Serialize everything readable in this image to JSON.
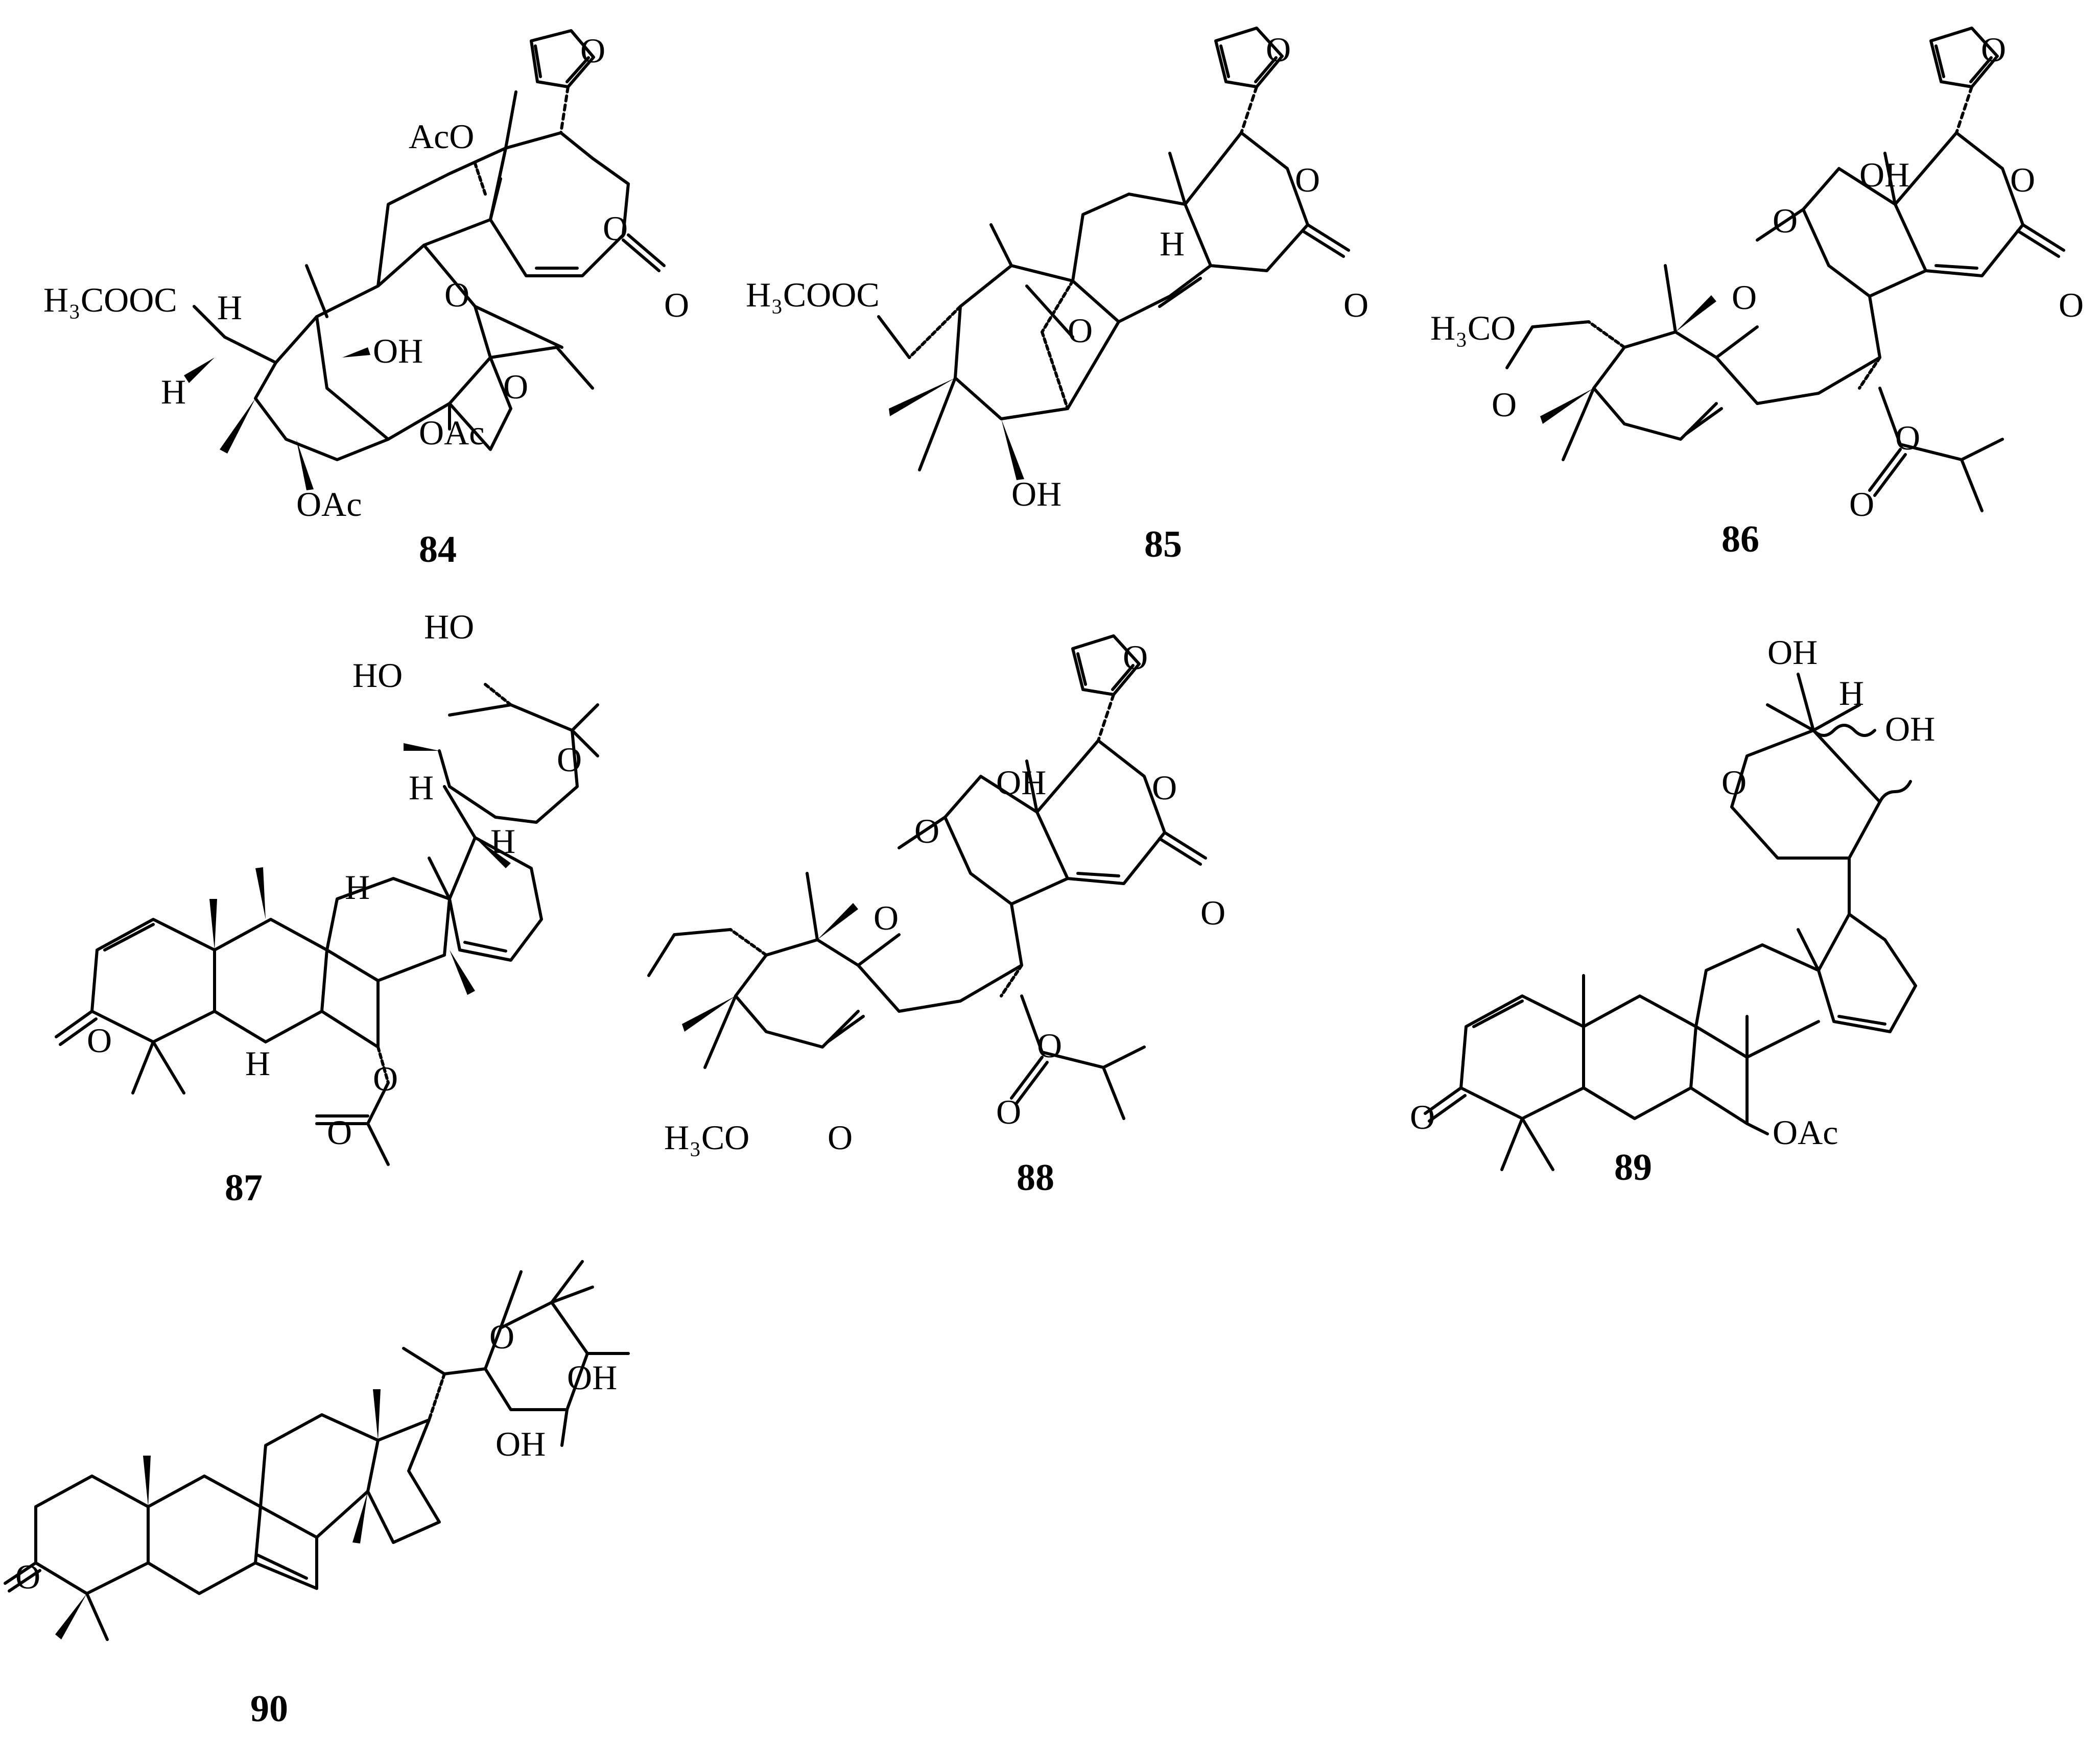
{
  "compounds": [
    {
      "id": "84",
      "labels": {
        "o_furan": "O",
        "aco": "AcO",
        "h3cooc": "H₃COOC",
        "h1": "H",
        "h2": "H",
        "oh": "OH",
        "o1": "O",
        "o2": "O",
        "o3": "O",
        "o4": "O",
        "oac1": "OAc",
        "oac2": "OAc"
      }
    },
    {
      "id": "85",
      "labels": {
        "o_furan": "O",
        "h3cooc": "H₃COOC",
        "h": "H",
        "o_ketone": "O",
        "o_ring": "O",
        "o_carbonyl": "O",
        "oh": "OH"
      }
    },
    {
      "id": "86",
      "labels": {
        "o_furan": "O",
        "h3co": "H₃CO",
        "o_ester": "O",
        "o_ketone1": "O",
        "oh": "OH",
        "o_ketone2": "O",
        "o_ring": "O",
        "o_carbonyl": "O",
        "o_acyl": "O",
        "o_acyl2": "O"
      }
    },
    {
      "id": "87",
      "labels": {
        "ho1": "HO",
        "ho2": "HO",
        "o_ring": "O",
        "h1": "H",
        "h2": "H",
        "h3": "H",
        "h4": "H",
        "o_ketone": "O",
        "o_acyl": "O",
        "o_acyl2": "O"
      }
    },
    {
      "id": "88",
      "labels": {
        "o_furan": "O",
        "oh": "OH",
        "o_ketone1": "O",
        "o_ring": "O",
        "o_carbonyl": "O",
        "o_ketone2": "O",
        "o_acyl": "O",
        "o_acyl2": "O",
        "h3co": "H₃CO",
        "o_ester": "O"
      }
    },
    {
      "id": "89",
      "labels": {
        "oh1": "OH",
        "h": "H",
        "oh2": "OH",
        "o_ring": "O",
        "o_ketone": "O",
        "oac": "OAc"
      }
    },
    {
      "id": "90",
      "labels": {
        "o_ring": "O",
        "oh1": "OH",
        "oh2": "OH",
        "o_ketone": "O"
      }
    }
  ]
}
